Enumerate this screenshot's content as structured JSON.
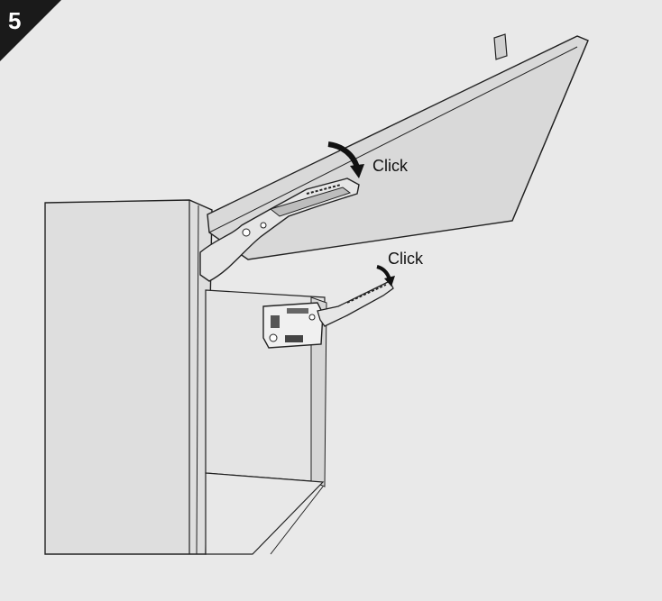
{
  "step": {
    "number": "5"
  },
  "callouts": {
    "upper_click": "Click",
    "lower_click": "Click"
  },
  "colors": {
    "background": "#e9e9e9",
    "panel_fill": "#d9d9d9",
    "cabinet_fill": "#e0e0e0",
    "badge": "#1a1a1a",
    "line": "#222222"
  },
  "icons": {
    "upper_arrow": "curved-arrow-down-icon",
    "lower_arrow": "curved-arrow-down-icon"
  }
}
